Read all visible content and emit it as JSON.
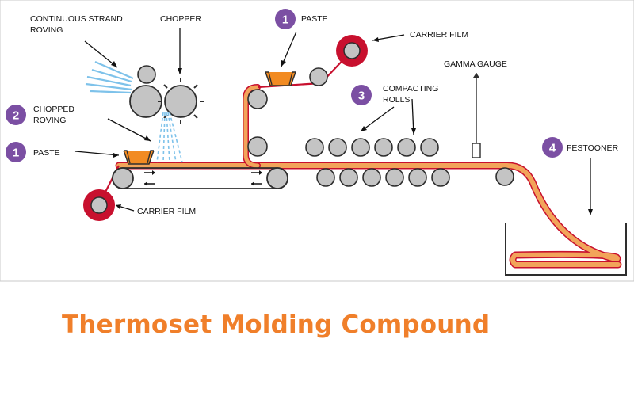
{
  "title": "Thermoset Molding Compound",
  "colors": {
    "title": "#f07f2a",
    "badge": "#7b4fa3",
    "roller_fill": "#c4c4c4",
    "roller_stroke": "#2e2e2e",
    "paste": "#f28b22",
    "compound": "#f2a45a",
    "carrier_film": "#c8102e",
    "fiber": "#7ec2ea"
  },
  "labels": {
    "continuous_strand_roving": [
      "CONTINUOUS STRAND",
      "ROVING"
    ],
    "chopper": "CHOPPER",
    "chopped_roving": [
      "CHOPPED",
      "ROVING"
    ],
    "paste_lower": "PASTE",
    "paste_upper": "PASTE",
    "carrier_film_lower": "CARRIER FILM",
    "carrier_film_upper": "CARRIER FILM",
    "compacting_rolls": [
      "COMPACTING",
      "ROLLS"
    ],
    "gamma_gauge": "GAMMA GAUGE",
    "festooner": "FESTOONER"
  },
  "badges": {
    "paste_upper": "1",
    "chopped_roving": "2",
    "paste_lower": "1",
    "compacting_rolls": "3",
    "festooner": "4"
  },
  "icons": [
    "arrow-left-icon",
    "arrow-right-icon",
    "chopper-blade-icon"
  ]
}
